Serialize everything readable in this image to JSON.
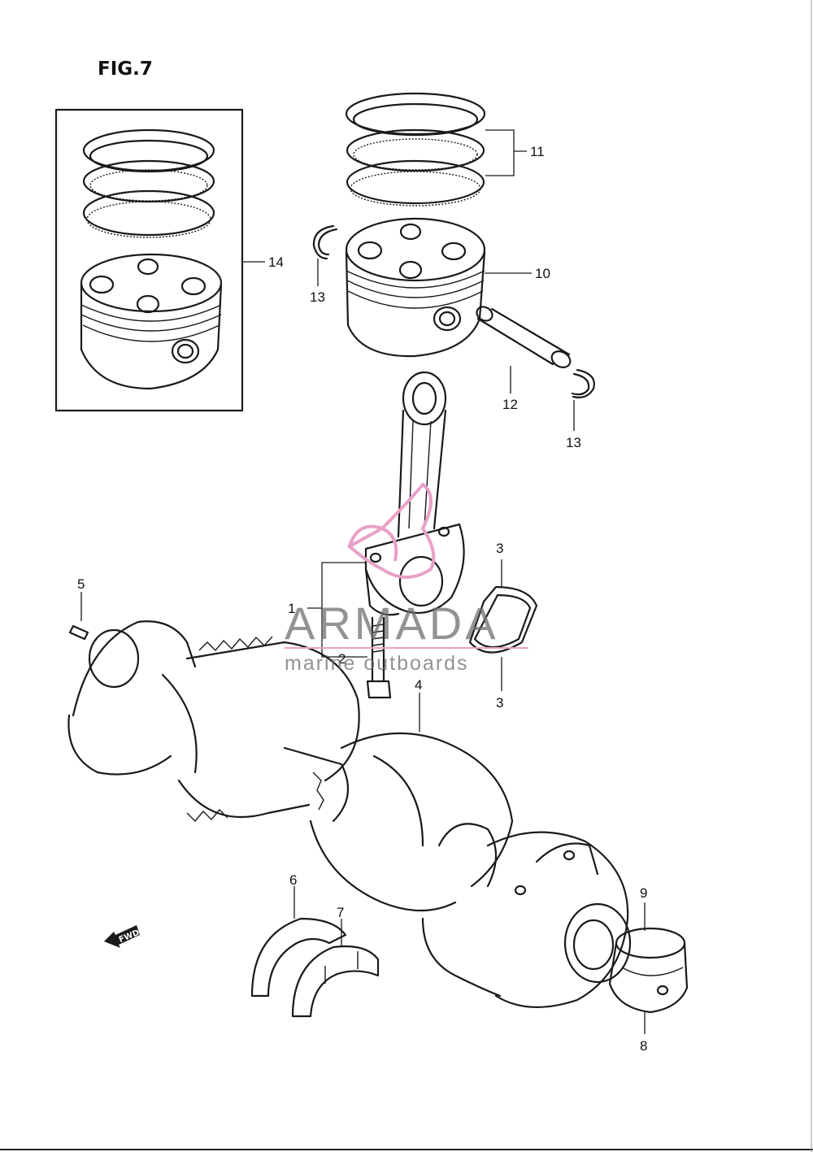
{
  "figure": {
    "title": "FIG.7"
  },
  "callouts": {
    "c1": "1",
    "c2": "2",
    "c3a": "3",
    "c3b": "3",
    "c4": "4",
    "c5": "5",
    "c6": "6",
    "c7": "7",
    "c8": "8",
    "c9": "9",
    "c10": "10",
    "c11": "11",
    "c12": "12",
    "c13a": "13",
    "c13b": "13",
    "c14": "14"
  },
  "fwd_label": "FWD",
  "watermark": {
    "brand": "ARMADA",
    "tagline": "marine outboards",
    "color": "#e8a0c8"
  }
}
